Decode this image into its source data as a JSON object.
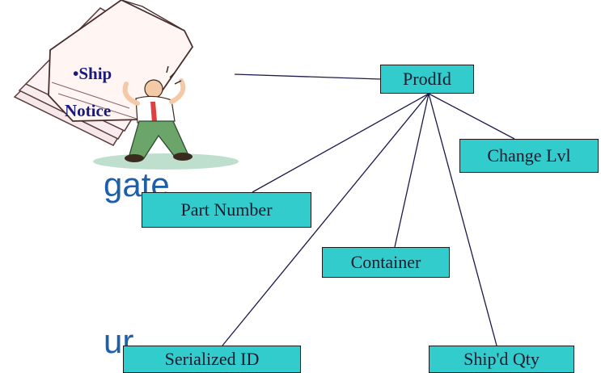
{
  "background_text": [
    "gate",
    "ur"
  ],
  "clipart": {
    "label_line1": "•Ship",
    "label_line2": "Notice",
    "icon": "businessman-carrying-folder-icon"
  },
  "diagram": {
    "root": "ProdId",
    "children": [
      "Change Lvl",
      "Part Number",
      "Container",
      "Serialized ID",
      "Ship'd Qty"
    ],
    "node_fill": "#33cccc",
    "text_color": "#1f5fa8"
  }
}
